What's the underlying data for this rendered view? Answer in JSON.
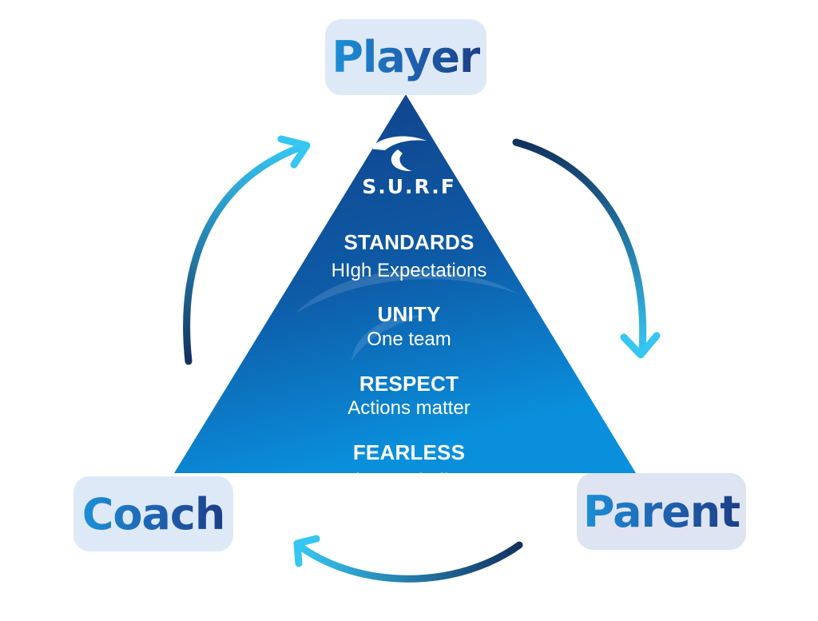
{
  "roles": {
    "top": "Player",
    "left": "Coach",
    "right": "Parent"
  },
  "brand": {
    "logo_icon": "wave-icon",
    "name": "S.U.R.F"
  },
  "values": [
    {
      "title": "STANDARDS",
      "subtitle": "HIgh Expectations"
    },
    {
      "title": "UNITY",
      "subtitle": "One team"
    },
    {
      "title": "RESPECT",
      "subtitle": "Actions matter"
    },
    {
      "title": "FEARLESS",
      "subtitle": "Embrace challenge"
    }
  ],
  "colors": {
    "triangle_top": "#123f86",
    "triangle_bottom": "#0a8fdc",
    "arrow_light": "#36c6f2",
    "arrow_dark": "#13315e",
    "role_box_bg": "#dde9f6",
    "role_text": "#1f5fae"
  }
}
